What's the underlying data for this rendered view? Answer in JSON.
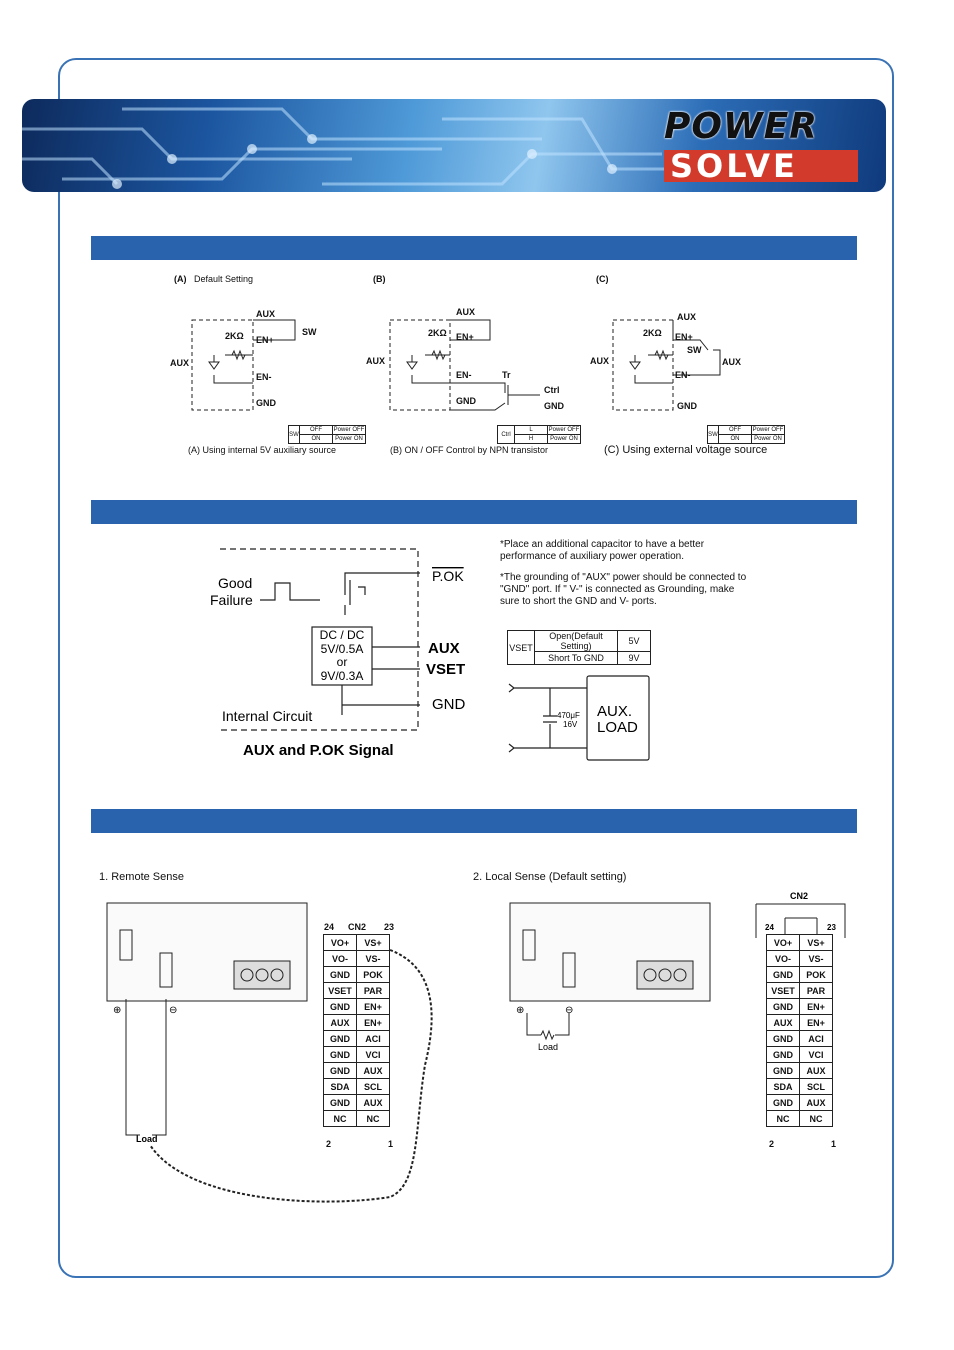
{
  "brand": {
    "line1": "POWER",
    "line2": "SOLVE"
  },
  "diagrams": {
    "a": {
      "tag": "(A)",
      "title": "Default Setting",
      "caption": "(A) Using internal 5V auxiliary source",
      "aux": "AUX",
      "en_plus": "EN+",
      "en_minus": "EN-",
      "gnd": "GND",
      "res": "2KΩ",
      "sw": "SW"
    },
    "b": {
      "tag": "(B)",
      "caption": "(B) ON / OFF Control by NPN transistor",
      "aux": "AUX",
      "en_plus": "EN+",
      "en_minus": "EN-",
      "gnd": "GND",
      "res": "2KΩ",
      "tr": "Tr",
      "ctrl": "Ctrl",
      "gnd2": "GND"
    },
    "c": {
      "tag": "(C)",
      "caption": "(C) Using external voltage source",
      "aux": "AUX",
      "en_plus": "EN+",
      "en_minus": "EN-",
      "gnd": "GND",
      "res": "2KΩ",
      "sw": "SW",
      "aux2": "AUX"
    },
    "sw_table": {
      "head": "SW",
      "r1": [
        "OFF",
        "Power OFF"
      ],
      "r2": [
        "ON",
        "Power ON"
      ]
    },
    "ctrl_table": {
      "head": "Ctrl",
      "r1": [
        "L",
        "Power OFF"
      ],
      "r2": [
        "H",
        "Power ON"
      ]
    }
  },
  "aux_signal": {
    "good": "Good",
    "failure": "Failure",
    "pok": "P.OK",
    "aux": "AUX",
    "vset": "VSET",
    "gnd": "GND",
    "dcdc1": "DC / DC",
    "dcdc2": "5V/0.5A",
    "dcdc3": "or",
    "dcdc4": "9V/0.3A",
    "internal": "Internal  Circuit",
    "caption": "AUX and P.OK Signal",
    "note1": "*Place an additional capacitor to have a better performance of auxiliary power operation.",
    "note2": "*The grounding of \"AUX\" power should be connected to \"GND\" port. If \" V-\" is connected as Grounding, make sure to short the GND and V- ports.",
    "vset_table": {
      "head": "VSET",
      "r1": [
        "Open(Default Setting)",
        "5V"
      ],
      "r2": [
        "Short To GND",
        "9V"
      ]
    },
    "cap": "470μF",
    "cap_v": "16V",
    "load1": "AUX.",
    "load2": "LOAD"
  },
  "sense": {
    "remote_title": "1. Remote Sense",
    "local_title": "2. Local Sense (Default setting)",
    "cn2": "CN2",
    "pin24": "24",
    "pin23": "23",
    "pin2": "2",
    "pin1": "1",
    "load": "Load",
    "plus": "⊕",
    "minus": "⊖",
    "rows": [
      [
        "VO+",
        "VS+"
      ],
      [
        "VO-",
        "VS-"
      ],
      [
        "GND",
        "POK"
      ],
      [
        "VSET",
        "PAR"
      ],
      [
        "GND",
        "EN+"
      ],
      [
        "AUX",
        "EN+"
      ],
      [
        "GND",
        "ACI"
      ],
      [
        "GND",
        "VCI"
      ],
      [
        "GND",
        "AUX"
      ],
      [
        "SDA",
        "SCL"
      ],
      [
        "GND",
        "AUX"
      ],
      [
        "NC",
        "NC"
      ]
    ]
  }
}
